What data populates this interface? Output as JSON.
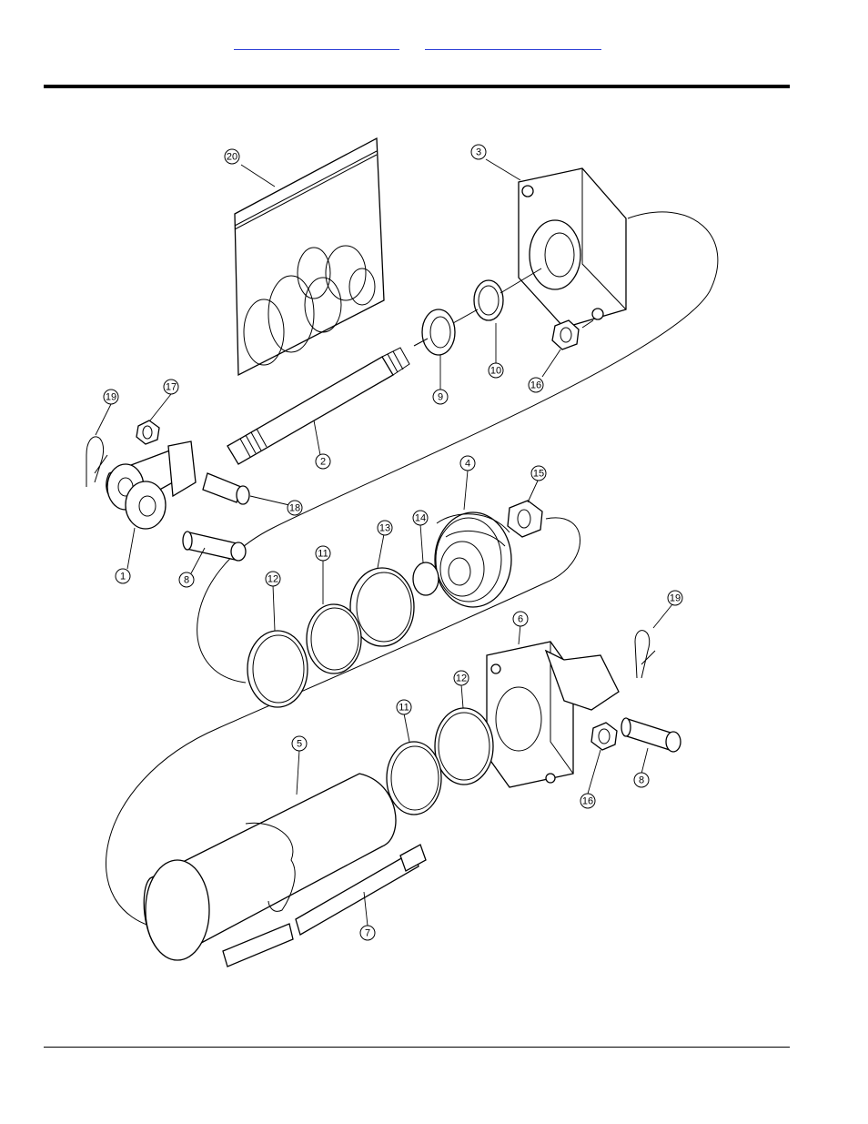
{
  "header": {
    "links": [
      {
        "label": ""
      },
      {
        "label": ""
      }
    ]
  },
  "diagram": {
    "callouts": [
      {
        "label": "20"
      },
      {
        "label": "3"
      },
      {
        "label": "19"
      },
      {
        "label": "17"
      },
      {
        "label": "2"
      },
      {
        "label": "9"
      },
      {
        "label": "10"
      },
      {
        "label": "16"
      },
      {
        "label": "18"
      },
      {
        "label": "4"
      },
      {
        "label": "15"
      },
      {
        "label": "1"
      },
      {
        "label": "8"
      },
      {
        "label": "14"
      },
      {
        "label": "13"
      },
      {
        "label": "11"
      },
      {
        "label": "12"
      },
      {
        "label": "6"
      },
      {
        "label": "19"
      },
      {
        "label": "12"
      },
      {
        "label": "11"
      },
      {
        "label": "5"
      },
      {
        "label": "16"
      },
      {
        "label": "8"
      },
      {
        "label": "7"
      }
    ]
  }
}
